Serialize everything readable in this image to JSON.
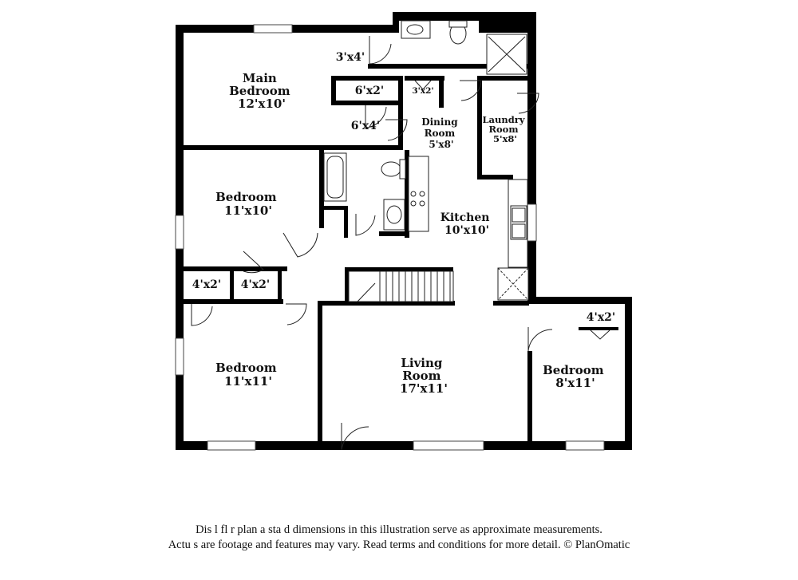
{
  "rooms": [
    {
      "id": "main-bedroom",
      "lines": [
        "Main",
        "Bedroom",
        "12'x10'"
      ]
    },
    {
      "id": "bedroom-nw",
      "lines": [
        "Bedroom",
        "11'x10'"
      ]
    },
    {
      "id": "bedroom-sw",
      "lines": [
        "Bedroom",
        "11'x11'"
      ]
    },
    {
      "id": "living-room",
      "lines": [
        "Living",
        "Room",
        "17'x11'"
      ]
    },
    {
      "id": "bedroom-se",
      "lines": [
        "Bedroom",
        "8'x11'"
      ]
    },
    {
      "id": "kitchen",
      "lines": [
        "Kitchen",
        "10'x10'"
      ]
    },
    {
      "id": "dining-room",
      "lines": [
        "Dining",
        "Room",
        "5'x8'"
      ]
    },
    {
      "id": "laundry-room",
      "lines": [
        "Laundry",
        "Room",
        "5'x8'"
      ]
    }
  ],
  "closets": [
    {
      "id": "closet-bath-top",
      "label": "3'x4'"
    },
    {
      "id": "closet-6x2",
      "label": "6'x2'"
    },
    {
      "id": "closet-3x2",
      "label": "3'x2'"
    },
    {
      "id": "hall-6x4",
      "label": "6'x4'"
    },
    {
      "id": "closet-4x2-left",
      "label": "4'x2'"
    },
    {
      "id": "closet-4x2-mid",
      "label": "4'x2'"
    },
    {
      "id": "closet-4x2-se",
      "label": "4'x2'"
    }
  ],
  "disclaimer": {
    "line1": "Dis          l   fl   r plan a    sta   d dimensions in this illustration serve as approximate measurements.",
    "line2": "Actu    s  are footage and features may vary. Read terms and conditions for more detail. © PlanOmatic"
  }
}
